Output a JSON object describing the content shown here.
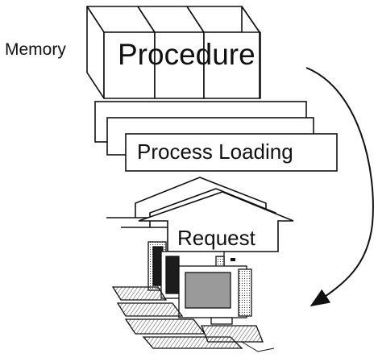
{
  "diagram": {
    "memory_label": "Memory",
    "procedure_label": "Procedure",
    "process_loading_label": "Process Loading",
    "request_label": "Request"
  },
  "colors": {
    "stroke": "#111111",
    "background": "#ffffff",
    "screen_dark": "#1c1c1c",
    "screen_gray": "#9a9a9a"
  },
  "icons": [
    "memory-cube-stack-icon",
    "document-stack-icon",
    "request-arrow-stack-icon",
    "computer-terminal-stack-icon",
    "curved-arrow-icon"
  ]
}
